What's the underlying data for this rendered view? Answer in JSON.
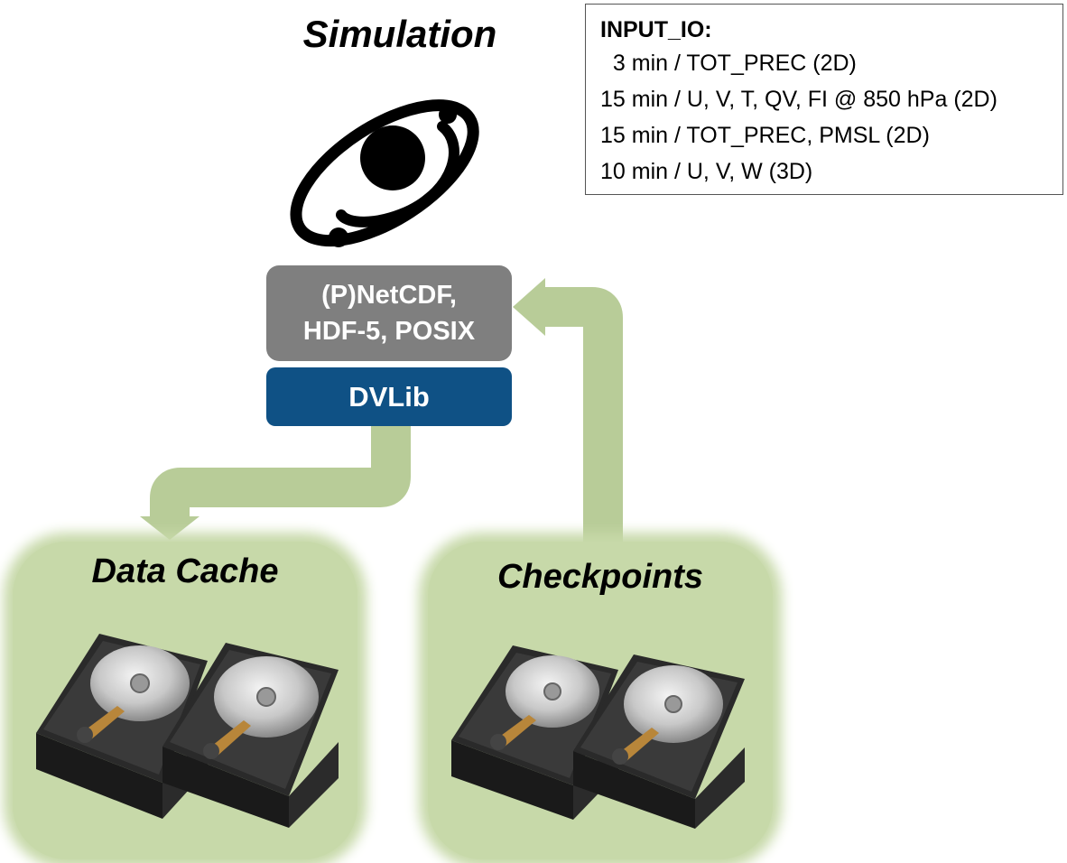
{
  "simulation": {
    "title": "Simulation"
  },
  "input_io": {
    "title": "INPUT_IO:",
    "lines": [
      "  3 min / TOT_PREC (2D)",
      "15 min / U, V, T, QV, FI @ 850 hPa (2D)",
      "15 min / TOT_PREC, PMSL (2D)",
      "10 min / U, V, W (3D)"
    ]
  },
  "io_layer": {
    "line1": "(P)NetCDF,",
    "line2": "HDF-5, POSIX"
  },
  "dvlib": {
    "label": "DVLib"
  },
  "data_cache": {
    "title": "Data Cache"
  },
  "checkpoints": {
    "title": "Checkpoints"
  },
  "colors": {
    "io_layer": "#7f7f7f",
    "dvlib": "#0f5185",
    "arrow": "#b8cc98",
    "panel": "#c7d9a9"
  },
  "icons": {
    "simulation": "orbit-icon",
    "storage": "hard-drive-icon"
  }
}
